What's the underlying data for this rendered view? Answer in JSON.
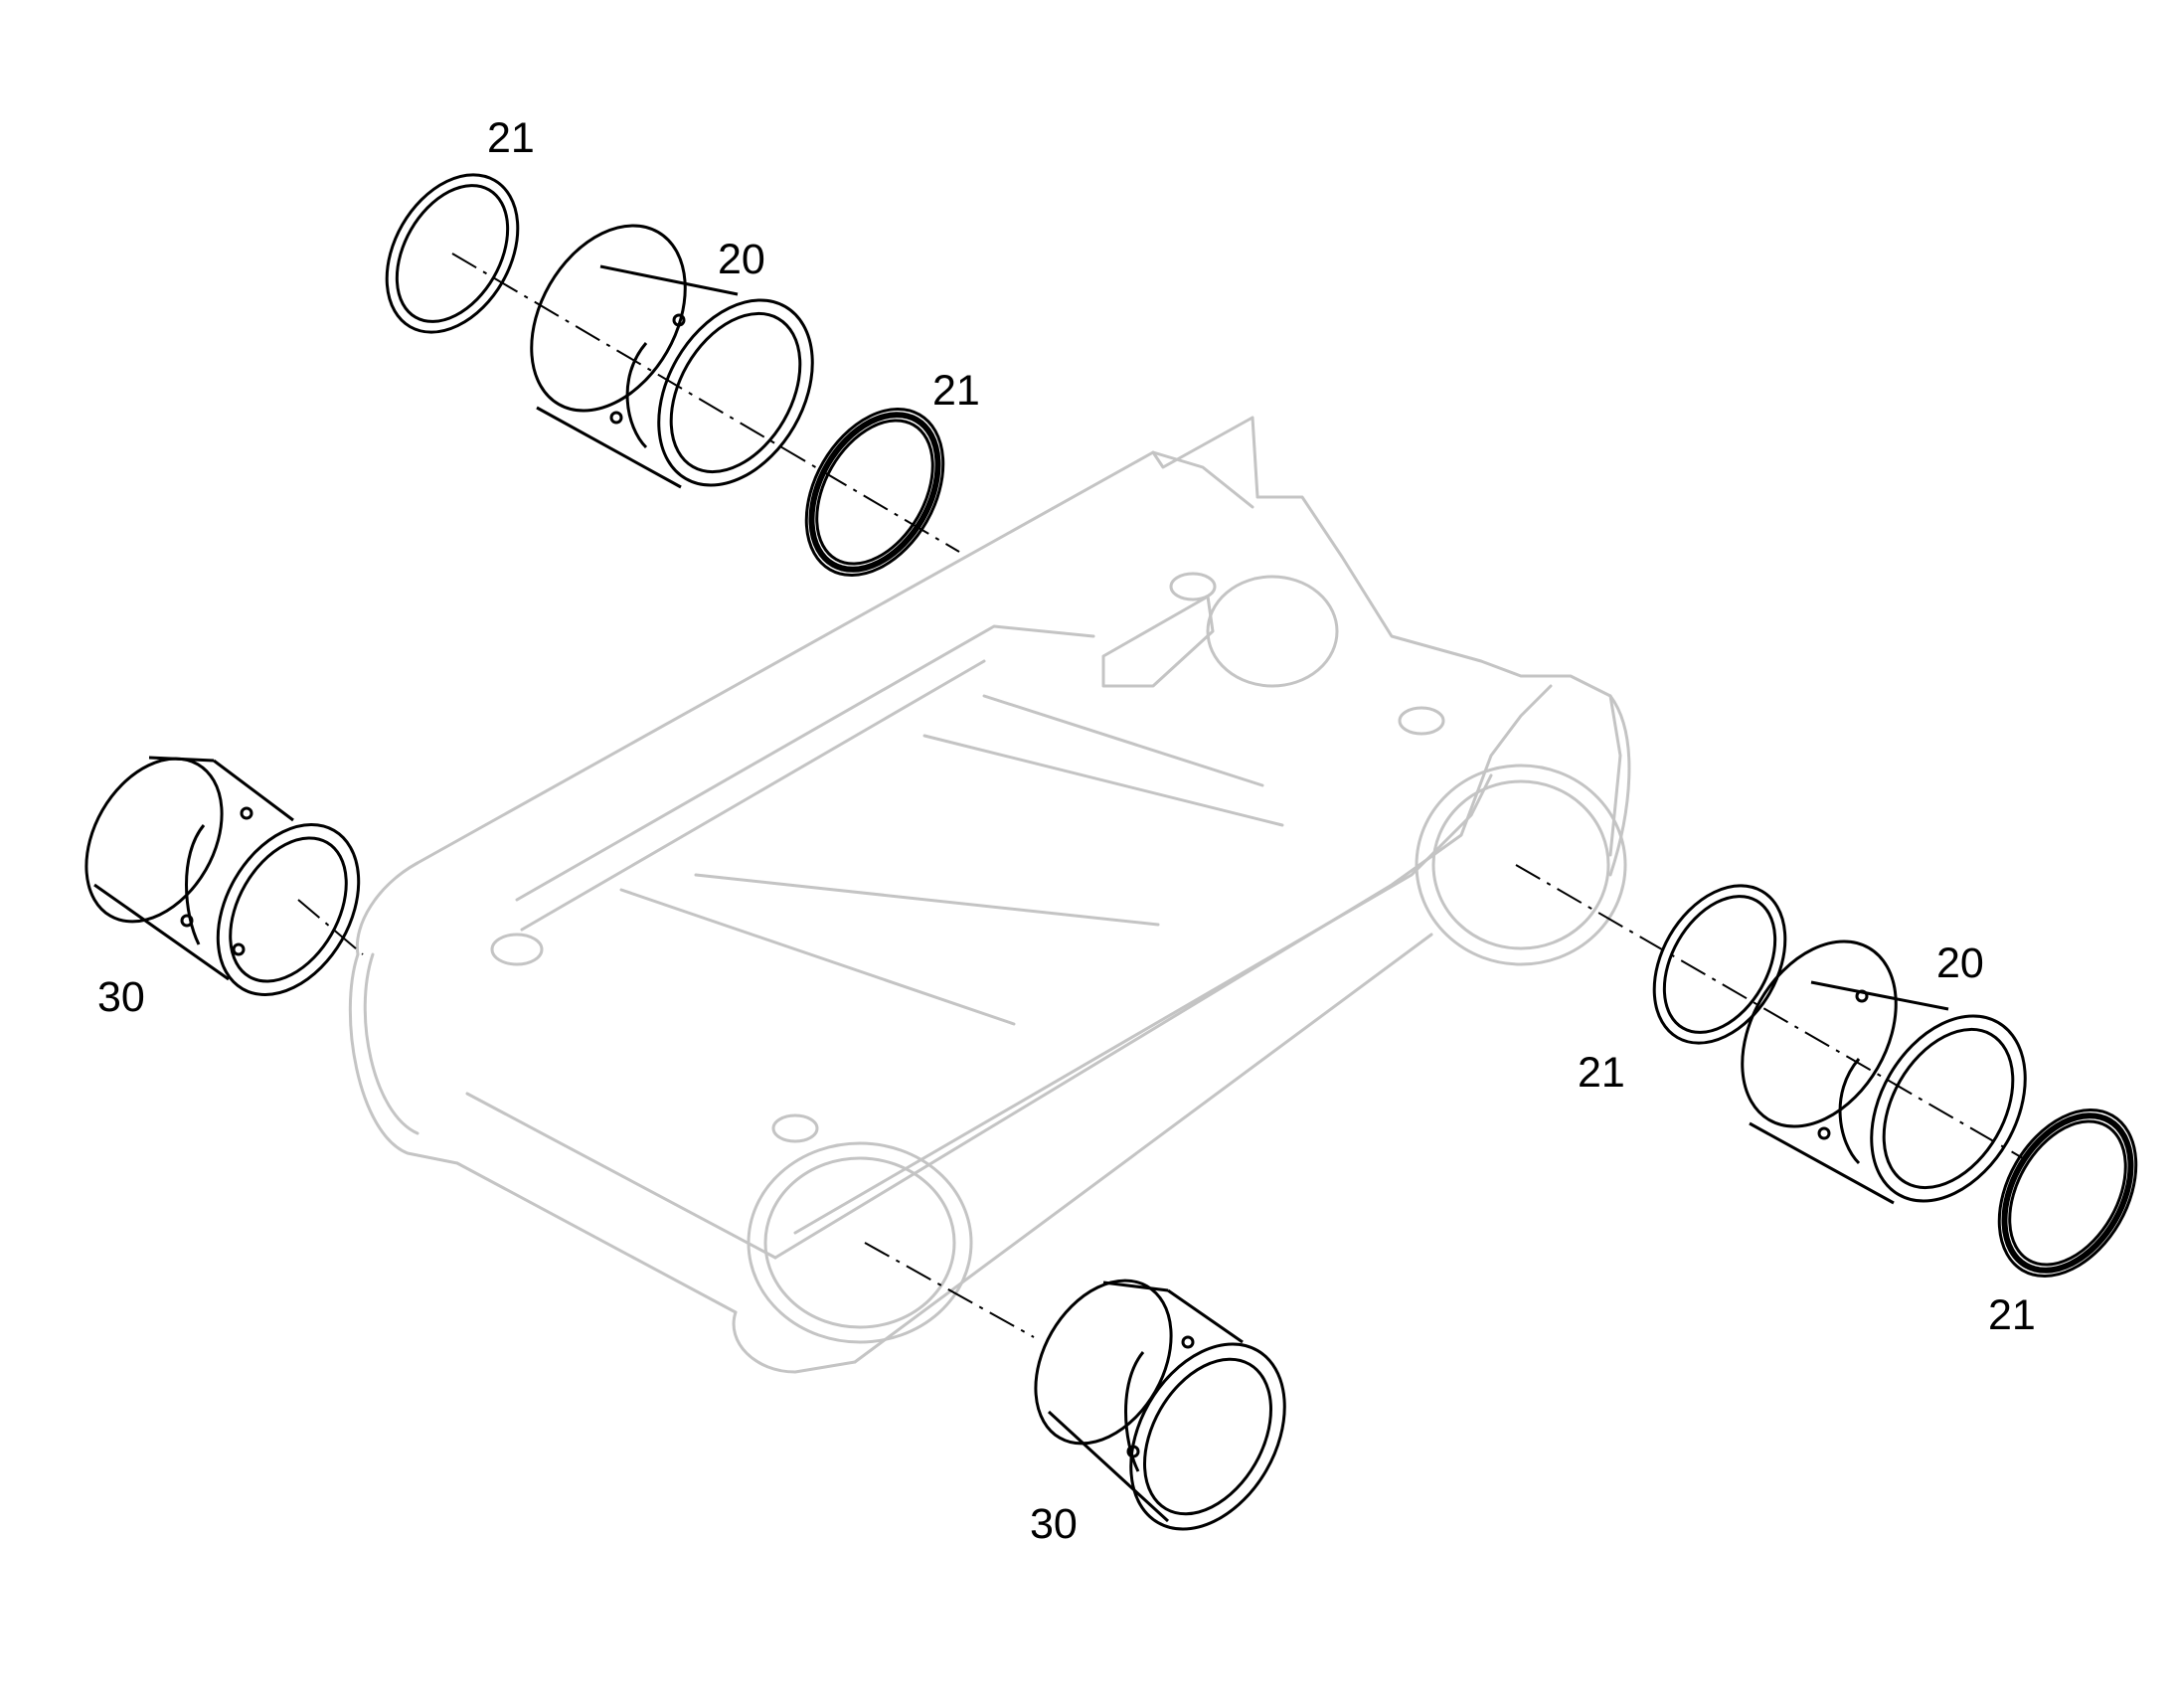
{
  "diagram": {
    "callouts": [
      {
        "id": "c1",
        "text": "21"
      },
      {
        "id": "c2",
        "text": "20"
      },
      {
        "id": "c3",
        "text": "21"
      },
      {
        "id": "c4",
        "text": "30"
      },
      {
        "id": "c5",
        "text": "20"
      },
      {
        "id": "c6",
        "text": "21"
      },
      {
        "id": "c7",
        "text": "21"
      },
      {
        "id": "c8",
        "text": "30"
      }
    ],
    "colors": {
      "parts": "#000000",
      "frame": "#c4c4c4",
      "background": "#ffffff"
    }
  }
}
